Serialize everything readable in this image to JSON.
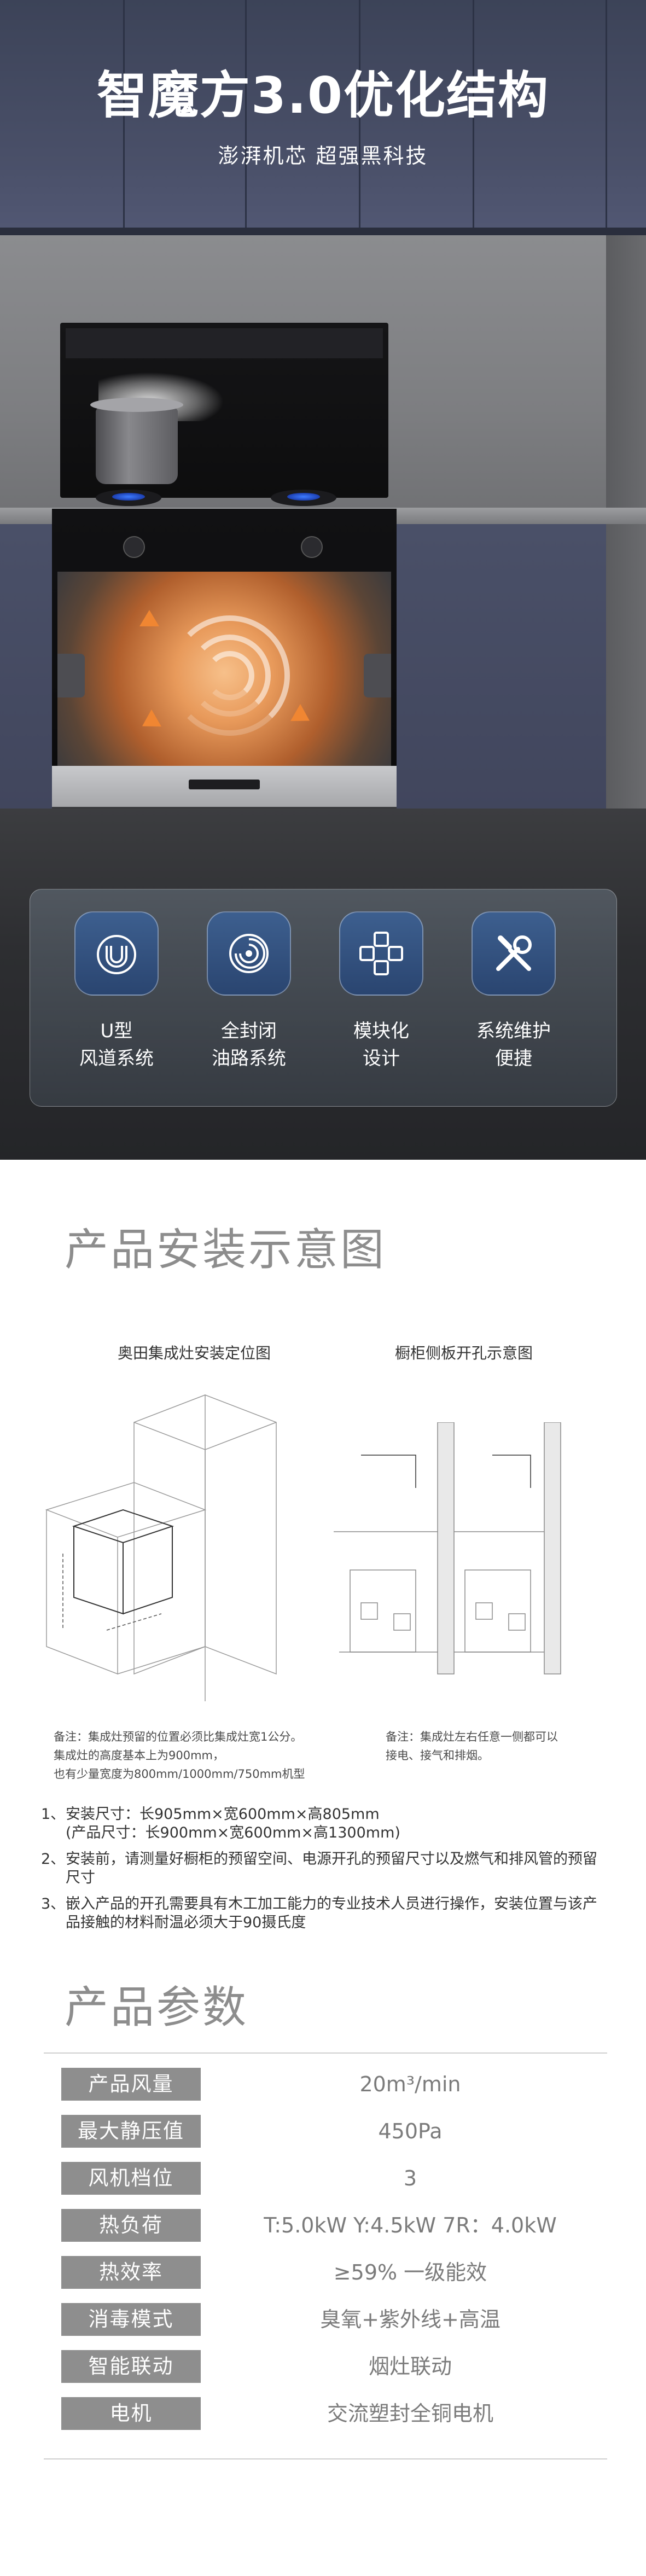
{
  "hero": {
    "title": "智魔方3.0优化结构",
    "subtitle": "澎湃机芯 超强黑科技"
  },
  "features": [
    {
      "line1": "U型",
      "line2": "风道系统",
      "icon": "u-duct-icon"
    },
    {
      "line1": "全封闭",
      "line2": "油路系统",
      "icon": "oil-circuit-icon"
    },
    {
      "line1": "模块化",
      "line2": "设计",
      "icon": "modular-design-icon"
    },
    {
      "line1": "系统维护",
      "line2": "便捷",
      "icon": "maintenance-tools-icon"
    }
  ],
  "install": {
    "title": "产品安装示意图",
    "diagram_left_title": "奥田集成灶安装定位图",
    "diagram_right_title": "橱柜侧板开孔示意图",
    "note_left": [
      "备注：集成灶预留的位置必须比集成灶宽1公分。",
      "集成灶的高度基本上为900mm，",
      "也有少量宽度为800mm/1000mm/750mm机型"
    ],
    "note_right": [
      "备注：集成灶左右任意一侧都可以",
      "接电、接气和排烟。"
    ],
    "instructions": [
      {
        "num": "1、",
        "lines": [
          "安装尺寸：长905mm×宽600mm×高805mm",
          "(产品尺寸：长900mm×宽600mm×高1300mm)"
        ]
      },
      {
        "num": "2、",
        "lines": [
          "安装前，请测量好橱柜的预留空间、电源开孔的预留尺寸以及燃气和排风管的预留尺寸"
        ]
      },
      {
        "num": "3、",
        "lines": [
          "嵌入产品的开孔需要具有木工加工能力的专业技术人员进行操作，安装位置与该产品接触的材料耐温必须大于90摄氏度"
        ]
      }
    ]
  },
  "params": {
    "title": "产品参数",
    "rows": [
      {
        "key": "产品风量",
        "value": "20m³/min"
      },
      {
        "key": "最大静压值",
        "value": "450Pa"
      },
      {
        "key": "风机档位",
        "value": "3"
      },
      {
        "key": "热负荷",
        "value": "T:5.0kW Y:4.5kW  7R：4.0kW"
      },
      {
        "key": "热效率",
        "value": "≥59% 一级能效"
      },
      {
        "key": "消毒模式",
        "value": "臭氧+紫外线+高温"
      },
      {
        "key": "智能联动",
        "value": "烟灶联动"
      },
      {
        "key": "电机",
        "value": "交流塑封全铜电机"
      }
    ]
  }
}
